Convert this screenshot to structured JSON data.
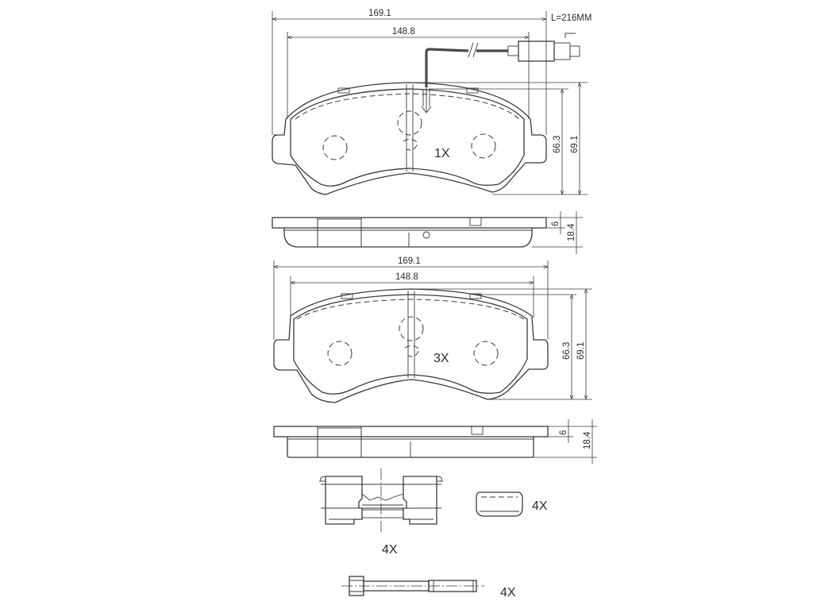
{
  "drawing": {
    "top_pad": {
      "width_outer": "169.1",
      "width_friction": "148.8",
      "wire_length": "L=216MM",
      "quantity": "1X",
      "height_friction": "66.3",
      "height_outer": "69.1",
      "side_backing": "6",
      "side_total": "18.4"
    },
    "bottom_pad": {
      "width_outer": "169.1",
      "width_friction": "148.8",
      "quantity": "3X",
      "height_friction": "66.3",
      "height_outer": "69.1",
      "side_backing": "6",
      "side_total": "18.4"
    },
    "accessories": {
      "clip_quantity": "4X",
      "spring_quantity": "4X",
      "bolt_quantity": "4X"
    }
  }
}
